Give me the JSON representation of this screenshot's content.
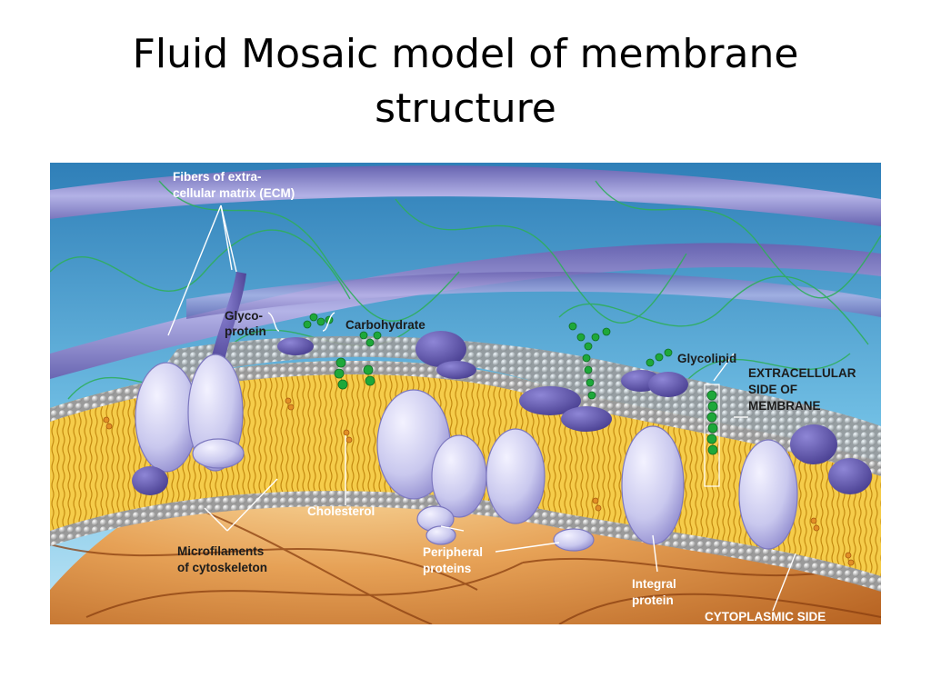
{
  "title_line1": "Fluid Mosaic model of membrane",
  "title_line2": "structure",
  "labels": {
    "ecm_1": "Fibers of extra-",
    "ecm_2": "cellular matrix (ECM)",
    "glyco_1": "Glyco-",
    "glyco_2": "protein",
    "carbohydrate": "Carbohydrate",
    "glycolipid": "Glycolipid",
    "extra_1": "EXTRACELLULAR",
    "extra_2": "SIDE OF",
    "extra_3": "MEMBRANE",
    "cholesterol": "Cholesterol",
    "micro_1": "Microfilaments",
    "micro_2": "of cytoskeleton",
    "peripheral_1": "Peripheral",
    "peripheral_2": "proteins",
    "integral_1": "Integral",
    "integral_2": "protein",
    "cytoplasmic": "CYTOPLASMIC SIDE"
  },
  "colors": {
    "sky_top": "#2f7fb8",
    "sky_bottom": "#bfe6f6",
    "cytoplasm": "#c8752a",
    "protein": "#c9c8ee",
    "protein_dark": "#5a4f9e",
    "carbohydrate": "#1ea83a",
    "lipid_tail": "#f0c040",
    "fiber": "#8e86c8"
  }
}
